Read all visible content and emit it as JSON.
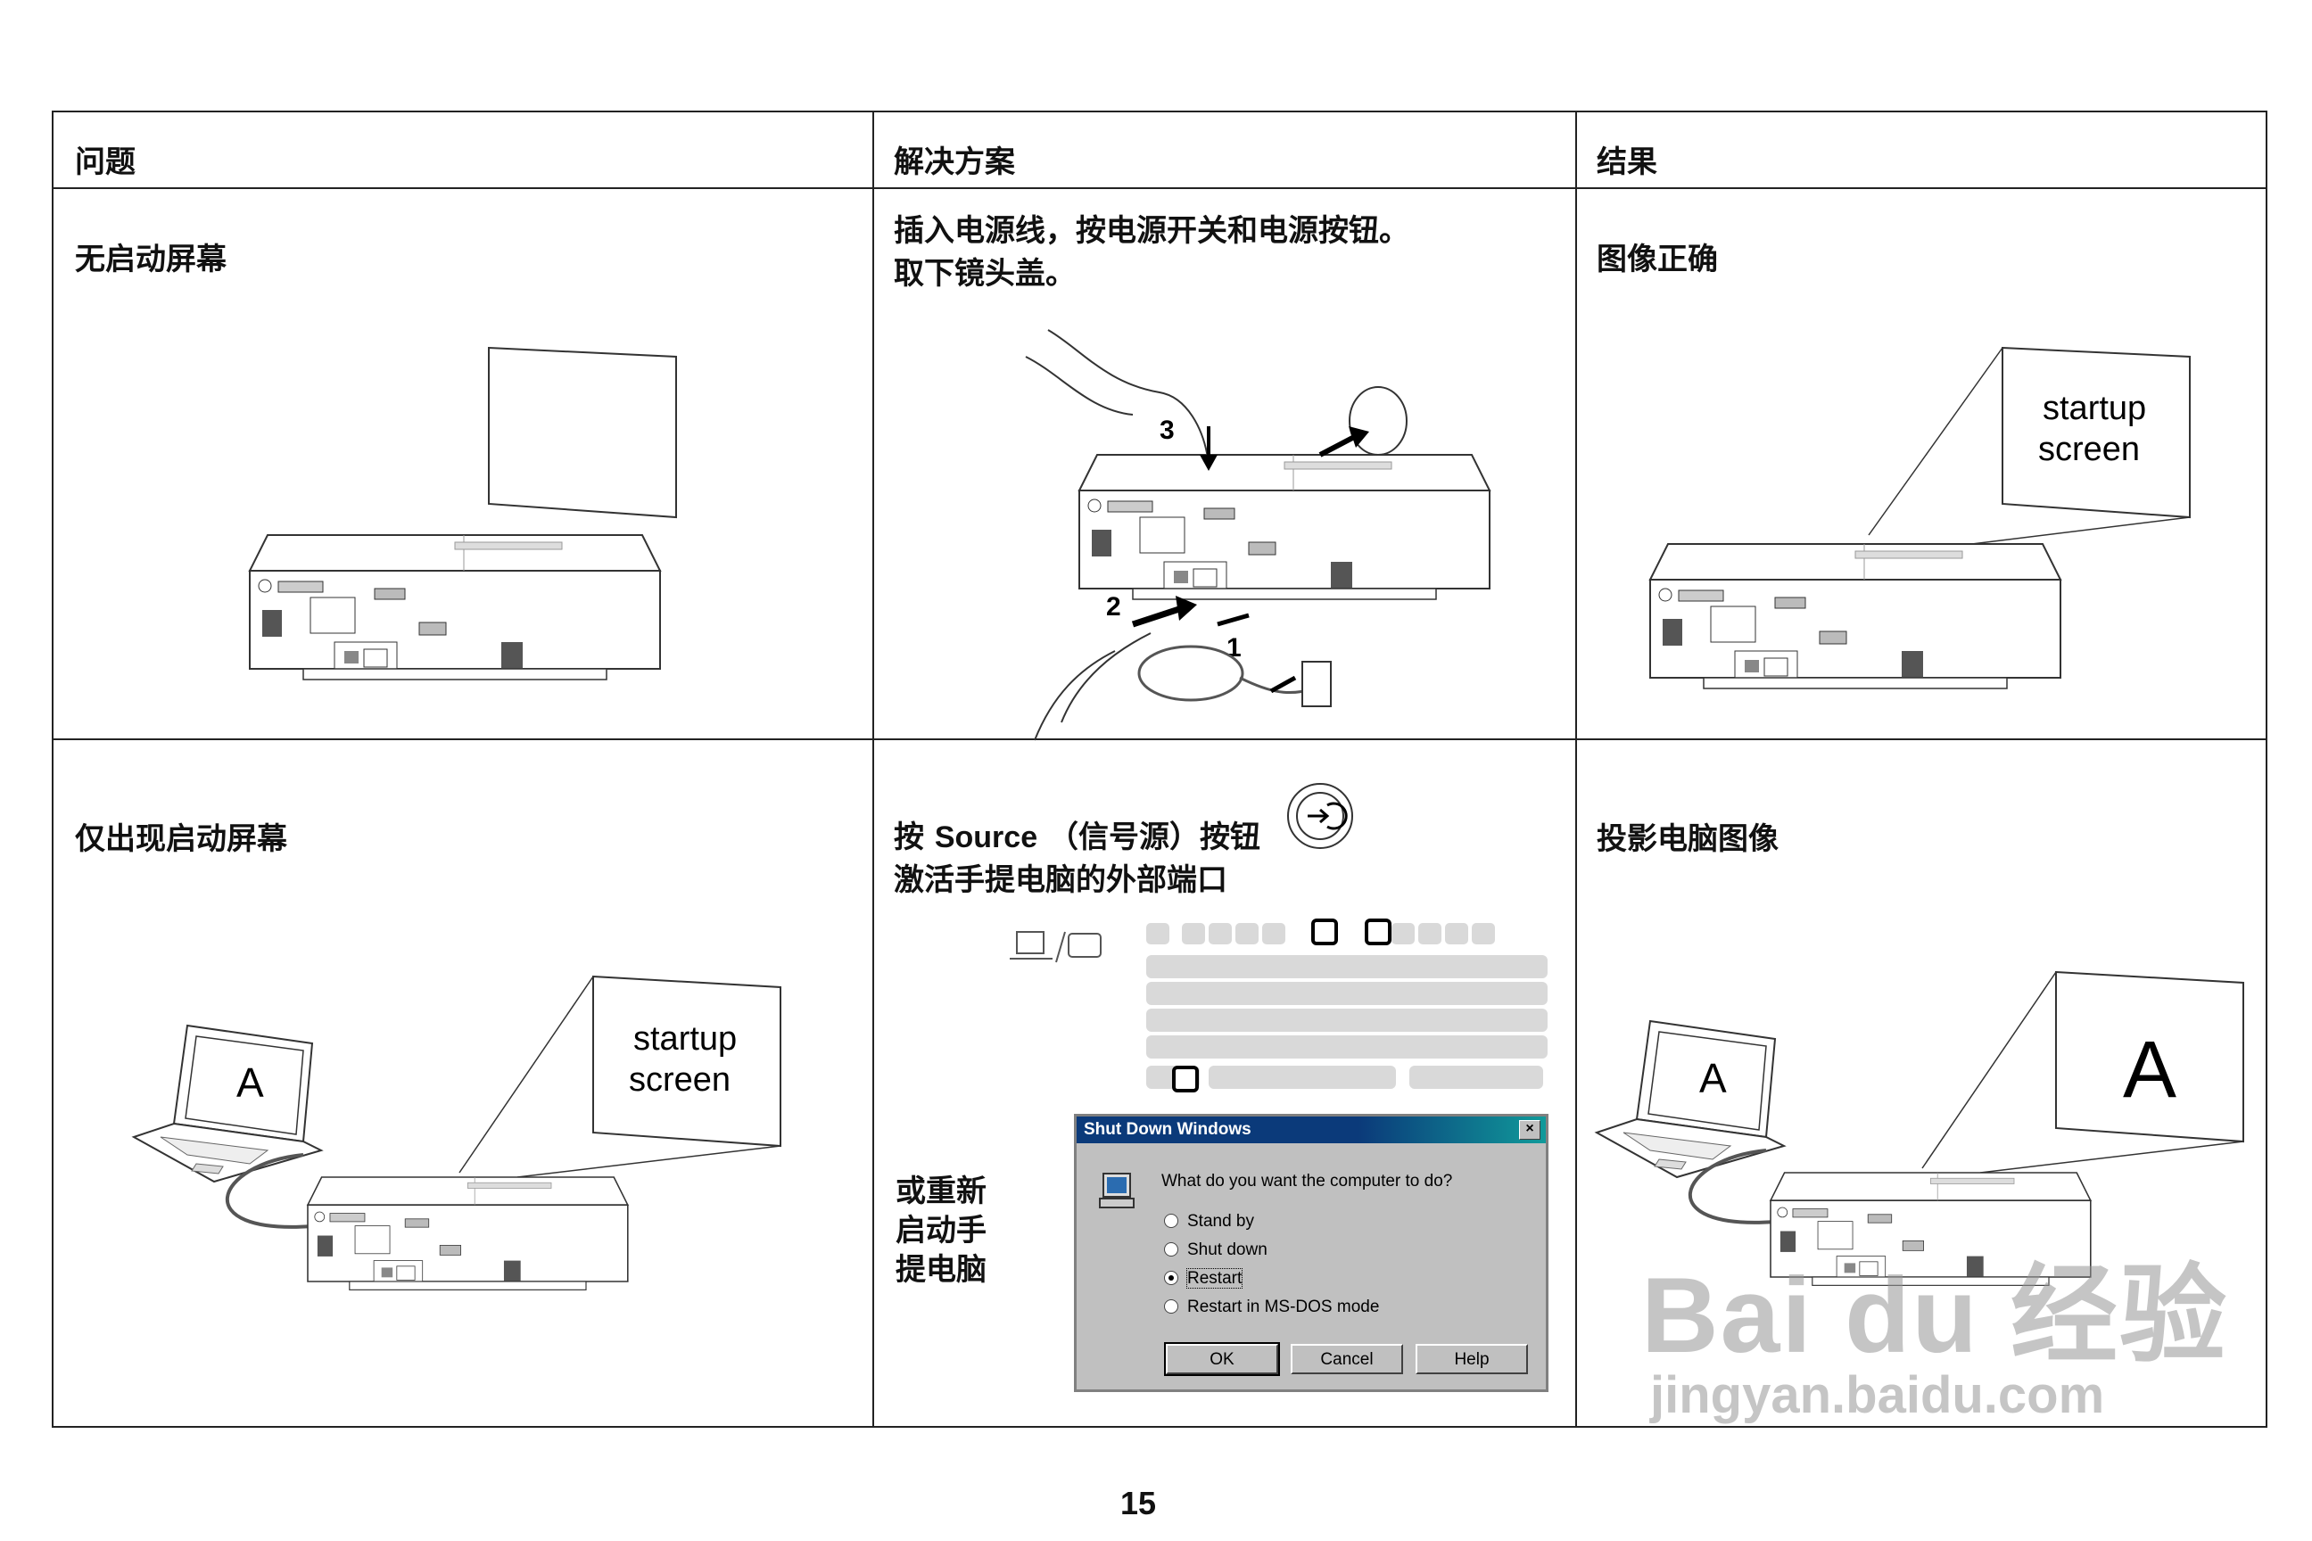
{
  "table": {
    "headers": [
      "问题",
      "解决方案",
      "结果"
    ],
    "rows": [
      {
        "problem": "无启动屏幕",
        "solution_lines": [
          "插入电源线，按电源开关和电源按钮。",
          "取下镜头盖。"
        ],
        "result": "图像正确"
      },
      {
        "problem": "仅出现启动屏幕",
        "solution_prefix": "按",
        "solution_bold": "Source",
        "solution_suffix": "（信号源）按钮",
        "solution_line2": "激活手提电脑的外部端口",
        "solution_alt": [
          "或重新",
          "启动手",
          "提电脑"
        ],
        "result": "投影电脑图像"
      }
    ]
  },
  "illustrations": {
    "startup_screen_line1": "startup",
    "startup_screen_line2": "screen",
    "laptop_letter": "A",
    "projected_letter": "A",
    "step_labels": [
      "3",
      "2",
      "1"
    ]
  },
  "dialog": {
    "title": "Shut Down Windows",
    "close": "×",
    "question": "What do you want the computer to do?",
    "options": [
      "Stand by",
      "Shut down",
      "Restart",
      "Restart in MS-DOS mode"
    ],
    "selected": "Restart",
    "buttons": [
      "OK",
      "Cancel",
      "Help"
    ]
  },
  "page_number": "15",
  "watermark": {
    "main": "Bai du 经验",
    "sub": "jingyan.baidu.com"
  }
}
